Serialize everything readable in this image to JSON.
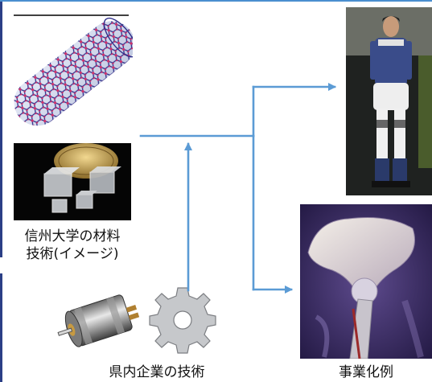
{
  "captions": {
    "materials_line1": "信州大学の材料",
    "materials_line2": "技術(イメージ)",
    "local_tech": "県内企業の技術",
    "business_example": "事業化例"
  },
  "colors": {
    "arrow": "#5b9bd5",
    "frame_top": "#4a8fcf",
    "frame_left": "#2b3f86"
  },
  "images": {
    "nanotube": "carbon-nanotube-image",
    "crystals": "crystal-cubes-photo",
    "motor": "dc-motor-image",
    "gear": "gear-icon",
    "exoskeleton": "robotic-suit-photo",
    "hip_joint": "hip-joint-implant-image"
  }
}
